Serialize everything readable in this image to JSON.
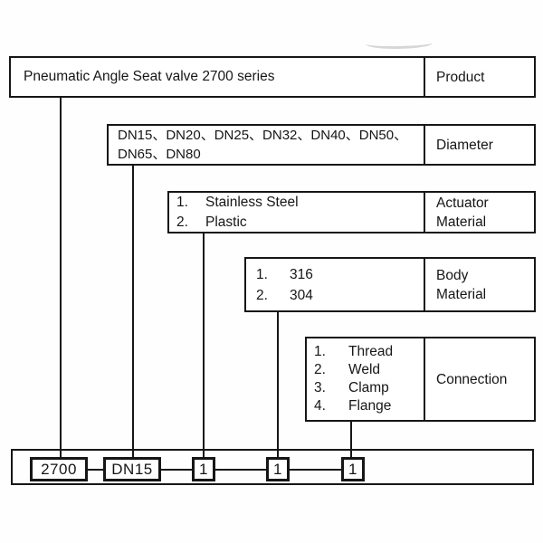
{
  "boxes": {
    "product": {
      "content": "Pneumatic Angle Seat valve 2700 series",
      "label": "Product"
    },
    "diameter": {
      "line1": "DN15、DN20、DN25、DN32、DN40、DN50、",
      "line2": "DN65、DN80",
      "label": "Diameter"
    },
    "actuator": {
      "options": [
        {
          "num": "1.",
          "text": "Stainless Steel"
        },
        {
          "num": "2.",
          "text": "Plastic"
        }
      ],
      "label_line1": "Actuator",
      "label_line2": "Material"
    },
    "body": {
      "options": [
        {
          "num": "1.",
          "text": "316"
        },
        {
          "num": "2.",
          "text": "304"
        }
      ],
      "label_line1": "Body",
      "label_line2": "Material"
    },
    "connection": {
      "options": [
        {
          "num": "1.",
          "text": "Thread"
        },
        {
          "num": "2.",
          "text": "Weld"
        },
        {
          "num": "3.",
          "text": "Clamp"
        },
        {
          "num": "4.",
          "text": "Flange"
        }
      ],
      "label": "Connection"
    }
  },
  "code_row": {
    "product_code": "2700",
    "diameter_code": "DN15",
    "actuator_code": "1",
    "body_code": "1",
    "connection_code": "1"
  },
  "colors": {
    "line": "#161616",
    "background": "#fefefe",
    "artifact": "#d6d6d6"
  }
}
